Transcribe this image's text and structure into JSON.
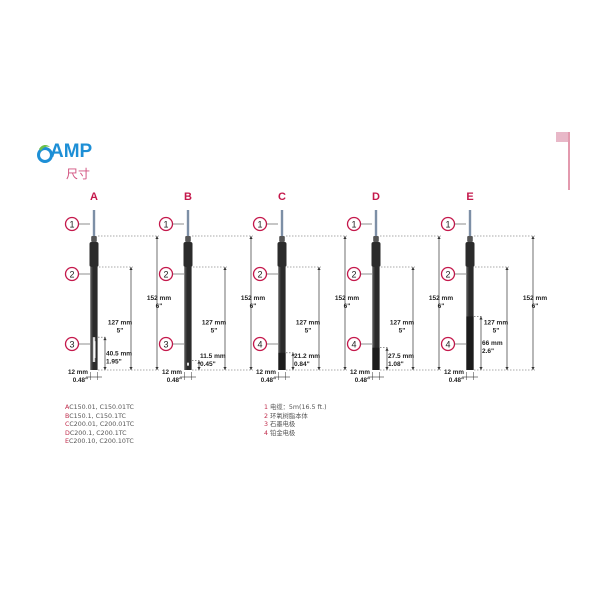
{
  "header": {
    "brand": "AMP",
    "subtitle": "尺寸"
  },
  "colors": {
    "brand": "#1d8fd6",
    "leaf": "#6cc04a",
    "accent": "#c4184b",
    "probe_body": "#2b2b2b",
    "cable": "#7d8fa6"
  },
  "diagram": {
    "probes": [
      {
        "letter": "A",
        "callouts": [
          "1",
          "2",
          "3"
        ],
        "tip": {
          "mm": "40.5 mm",
          "in": "1.95\""
        },
        "tip_mm": 40.5
      },
      {
        "letter": "B",
        "callouts": [
          "1",
          "2",
          "3"
        ],
        "tip": {
          "mm": "11.5 mm",
          "in": "0.45\""
        },
        "tip_mm": 11.5
      },
      {
        "letter": "C",
        "callouts": [
          "1",
          "2",
          "4"
        ],
        "tip": {
          "mm": "21.2 mm",
          "in": "0.84\""
        },
        "tip_mm": 21.2
      },
      {
        "letter": "D",
        "callouts": [
          "1",
          "2",
          "4"
        ],
        "tip": {
          "mm": "27.5 mm",
          "in": "1.08\""
        },
        "tip_mm": 27.5
      },
      {
        "letter": "E",
        "callouts": [
          "1",
          "2",
          "4"
        ],
        "tip": {
          "mm": "66 mm",
          "in": "2.6\""
        },
        "tip_mm": 66
      }
    ],
    "common": {
      "body_len": {
        "mm": "127 mm",
        "in": "5\""
      },
      "total_len": {
        "mm": "152 mm",
        "in": "6\""
      },
      "diameter": {
        "mm": "12 mm",
        "in": "0.48\""
      }
    }
  },
  "legend_models": [
    {
      "key": "A",
      "text": "C150.01, C150.01TC"
    },
    {
      "key": "B",
      "text": "C150.1, C150.1TC"
    },
    {
      "key": "C",
      "text": "C200.01, C200.01TC"
    },
    {
      "key": "D",
      "text": "C200.1, C200.1TC"
    },
    {
      "key": "E",
      "text": "C200.10, C200.10TC"
    }
  ],
  "legend_parts": [
    {
      "key": "1",
      "text": "电缆：5m(16.5 ft.)"
    },
    {
      "key": "2",
      "text": "环氧树脂本体"
    },
    {
      "key": "3",
      "text": "石墨电极"
    },
    {
      "key": "4",
      "text": "铂金电极"
    }
  ]
}
